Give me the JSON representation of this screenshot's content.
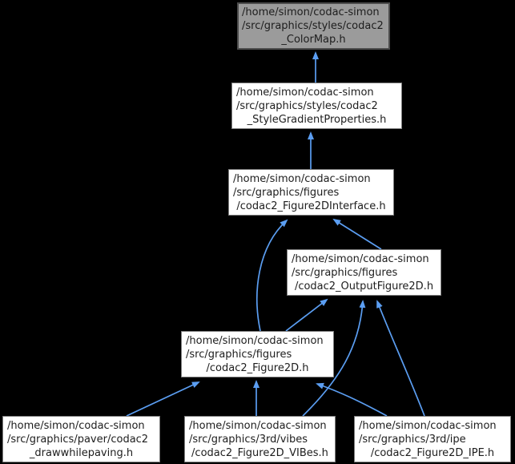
{
  "colors": {
    "bg": "#000000",
    "accent": "#5b9ef2",
    "node-fill": "#ffffff",
    "node-border": "#7f7f7f",
    "current-fill": "#9b9b9b",
    "current-border": "#4c4c4c",
    "node-text": "#1d1d1d"
  },
  "graph": {
    "type": "include-dependency-graph",
    "current_node": "codac2_ColorMap.h",
    "nodes": [
      {
        "id": "colormap",
        "current": true,
        "lines": [
          "/home/simon/codac-simon",
          "/src/graphics/styles/codac2",
          "_ColorMap.h"
        ]
      },
      {
        "id": "stylegradientproperties",
        "current": false,
        "lines": [
          "/home/simon/codac-simon",
          "/src/graphics/styles/codac2",
          "_StyleGradientProperties.h"
        ]
      },
      {
        "id": "figure2dinterface",
        "current": false,
        "lines": [
          "/home/simon/codac-simon",
          "/src/graphics/figures",
          "/codac2_Figure2DInterface.h"
        ]
      },
      {
        "id": "outputfigure2d",
        "current": false,
        "lines": [
          "/home/simon/codac-simon",
          "/src/graphics/figures",
          "/codac2_OutputFigure2D.h"
        ]
      },
      {
        "id": "figure2d",
        "current": false,
        "lines": [
          "/home/simon/codac-simon",
          "/src/graphics/figures",
          "/codac2_Figure2D.h"
        ]
      },
      {
        "id": "drawwhilepaving",
        "current": false,
        "lines": [
          "/home/simon/codac-simon",
          "/src/graphics/paver/codac2",
          "_drawwhilepaving.h"
        ]
      },
      {
        "id": "figure2d_vibes",
        "current": false,
        "lines": [
          "/home/simon/codac-simon",
          "/src/graphics/3rd/vibes",
          "/codac2_Figure2D_VIBes.h"
        ]
      },
      {
        "id": "figure2d_ipe",
        "current": false,
        "lines": [
          "/home/simon/codac-simon",
          "/src/graphics/3rd/ipe",
          "/codac2_Figure2D_IPE.h"
        ]
      }
    ],
    "edges": [
      {
        "from": "stylegradientproperties",
        "to": "colormap"
      },
      {
        "from": "figure2dinterface",
        "to": "stylegradientproperties"
      },
      {
        "from": "outputfigure2d",
        "to": "figure2dinterface"
      },
      {
        "from": "figure2d",
        "to": "figure2dinterface"
      },
      {
        "from": "figure2d",
        "to": "outputfigure2d"
      },
      {
        "from": "drawwhilepaving",
        "to": "figure2d"
      },
      {
        "from": "figure2d_vibes",
        "to": "figure2d"
      },
      {
        "from": "figure2d_vibes",
        "to": "outputfigure2d"
      },
      {
        "from": "figure2d_ipe",
        "to": "figure2d"
      },
      {
        "from": "figure2d_ipe",
        "to": "outputfigure2d"
      }
    ]
  }
}
